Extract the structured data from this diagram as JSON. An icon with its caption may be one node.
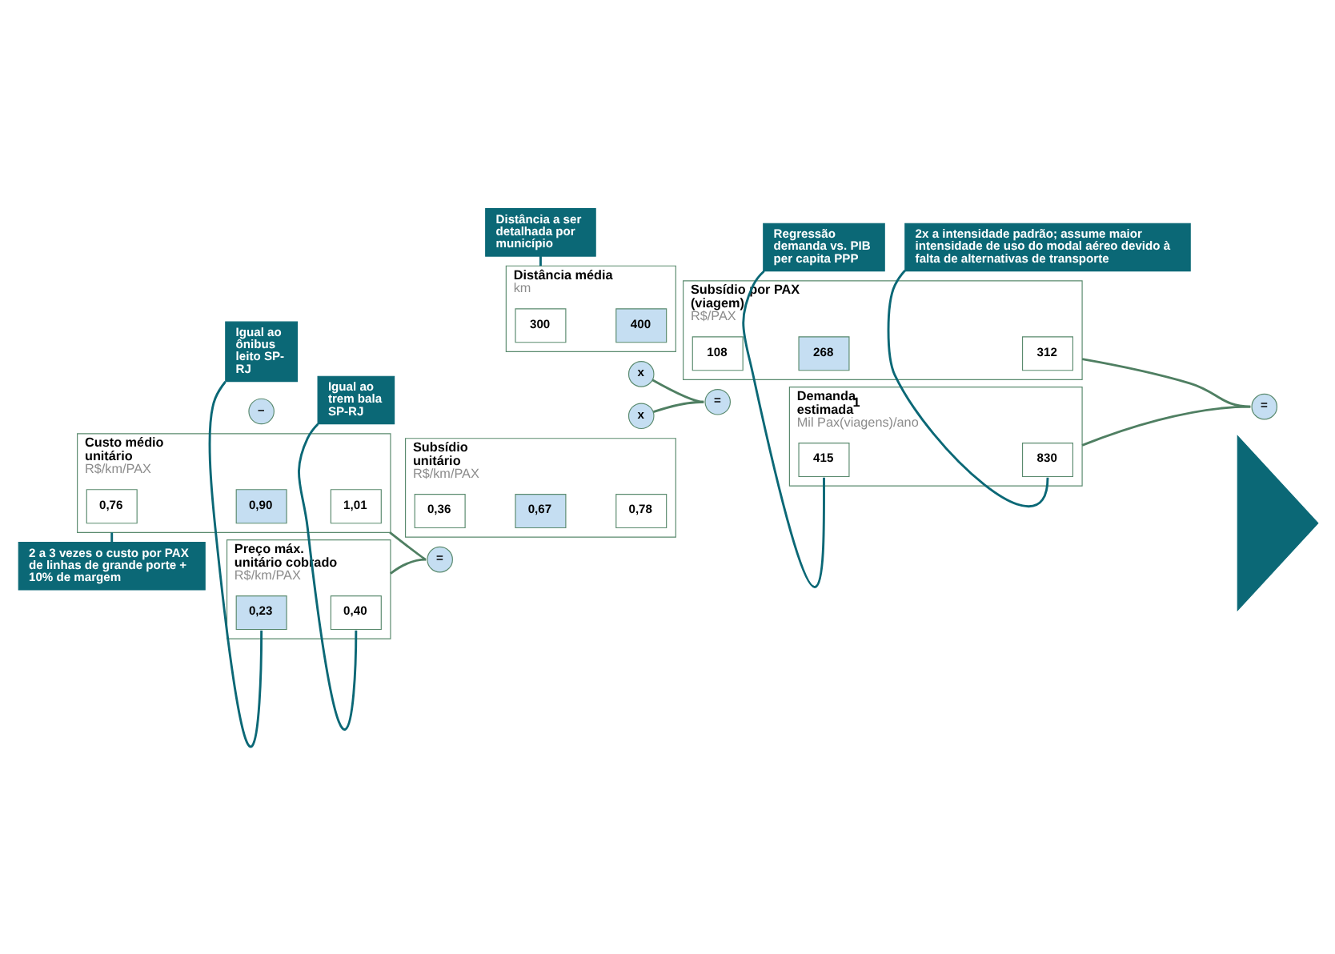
{
  "diagram": {
    "nodes": [
      {
        "text": [
          "2 a 3 vezes o custo por PAX de linhas de grande porte + 10% de margem"
        ]
      },
      {
        "text": [
          "Custo médio unitário",
          "R$/km/PAX"
        ]
      },
      {
        "text": [
          "0,76"
        ],
        "in": 1
      },
      {
        "text": [
          "0,90"
        ],
        "in": 1
      },
      {
        "text": [
          "1,01"
        ],
        "in": 1
      },
      {
        "text": [
          "–"
        ]
      },
      {
        "text": [
          "Preço máx. unitário cobrado",
          "R$/km/PAX"
        ]
      },
      {
        "text": [
          "0,23"
        ],
        "in": 6
      },
      {
        "text": [
          "0,40"
        ],
        "in": 6
      },
      {
        "text": [
          "="
        ]
      },
      {
        "text": [
          "Subsídio unitário",
          "R$/km/PAX"
        ]
      },
      {
        "text": [
          "0,36"
        ],
        "in": 10
      },
      {
        "text": [
          "0,67"
        ],
        "in": 10
      },
      {
        "text": [
          "0,78"
        ],
        "in": 10
      },
      {
        "text": [
          "x"
        ]
      },
      {
        "text": [
          "Distância média",
          "km"
        ]
      },
      {
        "text": [
          "300"
        ],
        "in": 15
      },
      {
        "text": [
          "400"
        ],
        "in": 15
      },
      {
        "text": [
          "x"
        ]
      },
      {
        "text": [
          "="
        ]
      },
      {
        "text": [
          "Subsídio por PAX (viagem)",
          "R$/PAX"
        ]
      },
      {
        "text": [
          "108"
        ],
        "in": 20
      },
      {
        "text": [
          "268"
        ],
        "in": 20
      },
      {
        "text": [
          "312"
        ],
        "in": 20
      },
      {
        "text": [
          "Demanda estimada$^{1}$",
          "Mil Pax(viagens)/ano"
        ]
      },
      {
        "text": [
          "415"
        ],
        "in": 24
      },
      {
        "text": [
          "830"
        ],
        "in": 24
      },
      {
        "text": [
          "="
        ]
      },
      {
        "text": [],
        "shape": "triangle"
      },
      {
        "text": [
          "Regressão demanda vs. PIB per capita PPP"
        ]
      },
      {
        "text": [
          "2x a intensidade padrão; assume maior intensidade de uso do modal aéreo devido à falta de alternativas de transporte"
        ]
      },
      {
        "text": [
          "Igual ao ônibus leito SP-RJ"
        ]
      },
      {
        "text": [
          "Igual ao trem bala SP-RJ"
        ]
      },
      {
        "text": [
          "Distância a ser detalhada por município"
        ]
      }
    ],
    "edges": [
      {
        "from": 1,
        "to": 9,
        "arrow": "none",
        "color": "#4f7f62"
      },
      {
        "from": 6,
        "to": 9,
        "arrow": "none",
        "color": "#4f7f62"
      },
      {
        "from": 14,
        "to": 19,
        "arrow": "none",
        "color": "#4f7f62"
      },
      {
        "from": 18,
        "to": 19,
        "arrow": "none",
        "color": "#4f7f62"
      },
      {
        "from": 20,
        "to": 27,
        "arrow": "none",
        "color": "#4f7f62"
      },
      {
        "from": 24,
        "to": 27,
        "arrow": "none",
        "color": "#4f7f62"
      },
      {
        "from": 0,
        "to": 1,
        "arrow": "none"
      },
      {
        "from": 31,
        "to": 7,
        "arrow": "none"
      },
      {
        "from": 32,
        "to": 8,
        "arrow": "none"
      },
      {
        "from": 33,
        "to": 15,
        "arrow": "none"
      },
      {
        "from": 29,
        "to": 25,
        "arrow": "none"
      },
      {
        "from": 30,
        "to": 26,
        "arrow": "none"
      }
    ]
  }
}
